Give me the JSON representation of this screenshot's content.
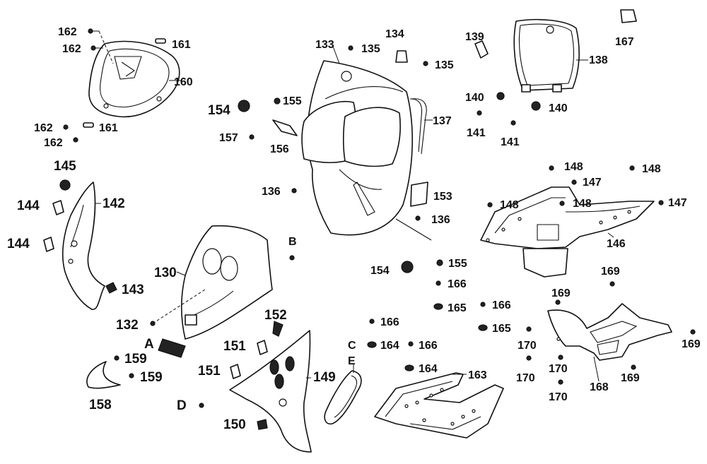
{
  "labels": {
    "p130": "130",
    "p132": "132",
    "p133": "133",
    "p134": "134",
    "p135a": "135",
    "p135b": "135",
    "p136a": "136",
    "p136b": "136",
    "p137": "137",
    "p138": "138",
    "p139": "139",
    "p140a": "140",
    "p140b": "140",
    "p141a": "141",
    "p141b": "141",
    "p142": "142",
    "p143": "143",
    "p144a": "144",
    "p144b": "144",
    "p145": "145",
    "p146": "146",
    "p147a": "147",
    "p147b": "147",
    "p148a": "148",
    "p148b": "148",
    "p148c": "148",
    "p148d": "148",
    "p149": "149",
    "p150": "150",
    "p151a": "151",
    "p151b": "151",
    "p152": "152",
    "p153": "153",
    "p154a": "154",
    "p154b": "154",
    "p155a": "155",
    "p155b": "155",
    "p156": "156",
    "p157": "157",
    "p158": "158",
    "p159a": "159",
    "p159b": "159",
    "p160": "160",
    "p161a": "161",
    "p161b": "161",
    "p162a": "162",
    "p162b": "162",
    "p162c": "162",
    "p162d": "162",
    "p163": "163",
    "p164a": "164",
    "p164b": "164",
    "p165a": "165",
    "p165b": "165",
    "p166a": "166",
    "p166b": "166",
    "p166c": "166",
    "p166d": "166",
    "p167": "167",
    "p168": "168",
    "p169a": "169",
    "p169b": "169",
    "p169c": "169",
    "p169d": "169",
    "p170a": "170",
    "p170b": "170",
    "p170c": "170",
    "p170d": "170",
    "refA": "A",
    "refB": "B",
    "refC": "C",
    "refD": "D",
    "refE": "E"
  }
}
